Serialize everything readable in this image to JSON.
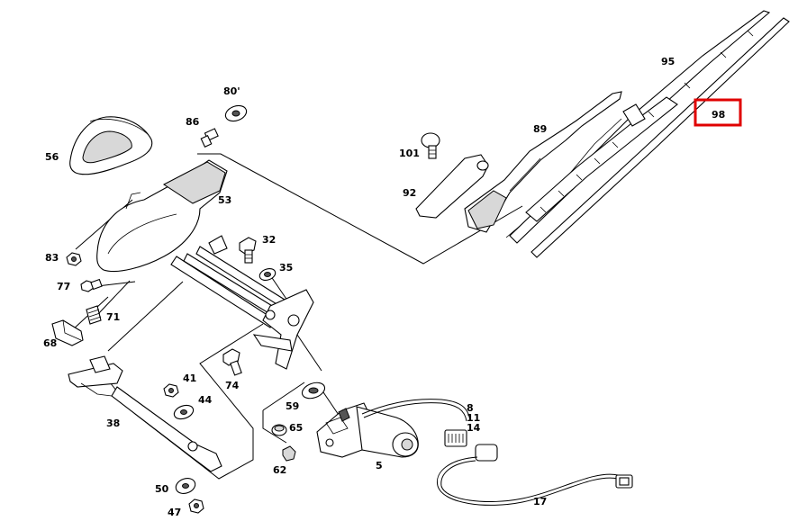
{
  "highlight": {
    "label": "98",
    "color": "#e00000"
  },
  "labels": {
    "p56": "56",
    "p86": "86",
    "p80": "80'",
    "p53": "53",
    "p83": "83",
    "p77": "77",
    "p71": "71",
    "p68": "68",
    "p32": "32",
    "p35": "35",
    "p38": "38",
    "p41": "41",
    "p44": "44",
    "p74": "74",
    "p59": "59",
    "p65": "65",
    "p62": "62",
    "p50": "50",
    "p47": "47",
    "p5": "5",
    "p8": "8",
    "p11": "11",
    "p14": "14",
    "p17": "17",
    "p101": "101",
    "p92": "92",
    "p89": "89",
    "p95": "95",
    "p98": "98"
  }
}
